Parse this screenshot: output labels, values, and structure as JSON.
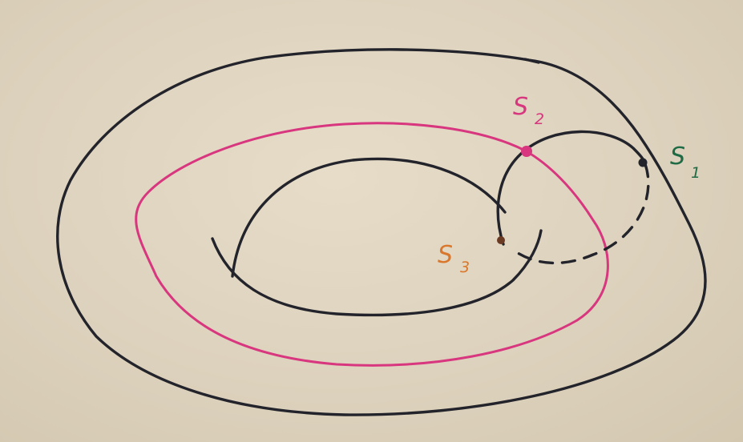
{
  "diagram": {
    "labels": {
      "s1": {
        "letter": "S",
        "subscript": "1"
      },
      "s2": {
        "letter": "S",
        "subscript": "2"
      },
      "s3": {
        "letter": "S",
        "subscript": "3"
      }
    },
    "colors": {
      "ink": "#23242b",
      "s1": "#1f6b45",
      "s2": "#d8367e",
      "s3": "#d9782c",
      "paper": "#ddd2bd"
    }
  }
}
